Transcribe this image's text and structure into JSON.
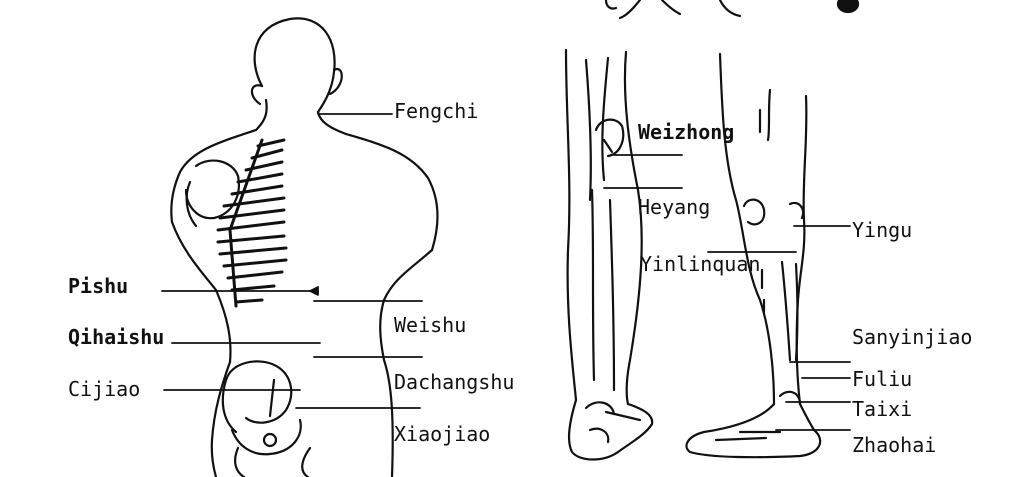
{
  "diagram": {
    "back_labels": {
      "fengchi": "Fengchi",
      "pishu": "Pishu",
      "weishu": "Weishu",
      "qihaishu": "Qihaishu",
      "cijiao": "Cijiao",
      "dachangshu": "Dachangshu",
      "xiaojiao": "Xiaojiao"
    },
    "leg_labels": {
      "weizhong": "Weizhong",
      "heyang": "Heyang",
      "yinlinquan": "Yinlinquan",
      "yingu": "Yingu",
      "sanyinjiao": "Sanyinjiao",
      "fuliu": "Fuliu",
      "taixi": "Taixi",
      "zhaohai": "Zhaohai"
    },
    "colors": {
      "ink": "#111111",
      "background": "#ffffff"
    }
  }
}
